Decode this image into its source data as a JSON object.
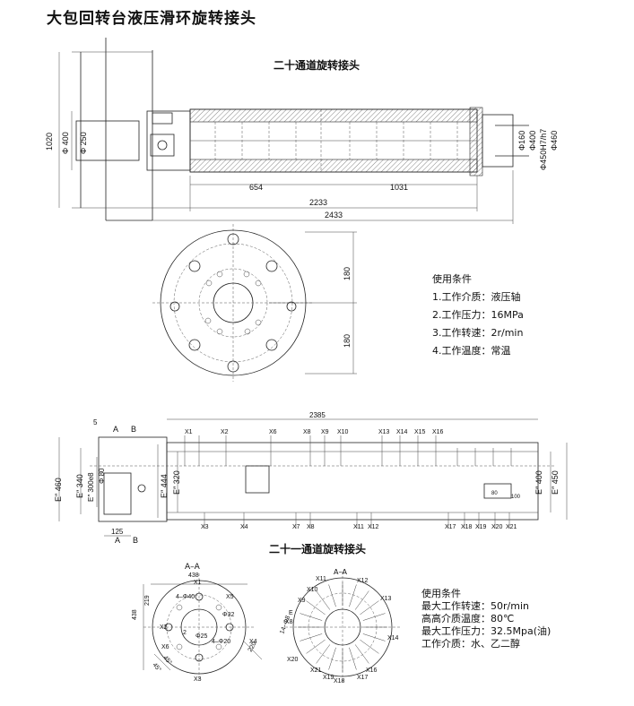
{
  "title": "大包回转台液压滑环旋转接头",
  "section1": {
    "heading": "二十通道旋转接头",
    "dims": {
      "d1020": "1020",
      "d400": "Φ 400",
      "d250": "Φ 250",
      "d160": "Φ160",
      "d400r": "Φ400",
      "d450": "Φ450H7/h7",
      "d460": "Φ460",
      "len654": "654",
      "len1031": "1031",
      "len2233": "2233",
      "len2433": "2433",
      "r180a": "180",
      "r180b": "180"
    },
    "conditions": {
      "heading": "使用条件",
      "items": [
        "1.工作介质：液压轴",
        "2.工作压力：16MPa",
        "3.工作转速：2r/min",
        "4.工作温度：常温"
      ]
    }
  },
  "section2": {
    "dims": {
      "len2385": "2385",
      "d5": "5",
      "lA1": "A",
      "lB1": "B",
      "lA2": "A",
      "lB2": "B",
      "h460": "E″ 460",
      "h340": "E″ 340",
      "h300": "E″ 300e8",
      "h80": "Φ 80",
      "h444": "E″ 444",
      "h320": "E″ 320",
      "r400": "E″ 400",
      "r450": "E″ 450",
      "b125": "125",
      "s80": "80",
      "s100": "100"
    },
    "top_ports": [
      "X1",
      "X2",
      "X6",
      "X8",
      "X9",
      "X10",
      "X13",
      "X14",
      "X15",
      "X16"
    ],
    "bottom_ports": [
      "X3",
      "X4",
      "X7",
      "X8",
      "X11",
      "X12",
      "X17",
      "X18",
      "X19",
      "X20",
      "X21"
    ]
  },
  "section3": {
    "heading": "二十一通道旋转接头",
    "aa": "A–A",
    "aa2": "A–A",
    "left_labels": [
      "438",
      "X1",
      "4–Φ40",
      "X5",
      "219",
      "Φ32",
      "438",
      "X2",
      "Φ25",
      "4–Φ20",
      "220",
      "X4",
      "X3",
      "45°",
      "45°",
      "X6",
      "2"
    ],
    "right_labels": [
      "X10",
      "X11",
      "X12",
      "X9",
      "X13",
      "E",
      "X8",
      "14–Φ8",
      "X14",
      "X20",
      "X21",
      "X16",
      "X19",
      "X18",
      "X17"
    ],
    "conditions": {
      "heading": "使用条件",
      "items": [
        "最大工作转速：50r/min",
        "高高介质温度：80℃",
        "最大工作压力：32.5Mpa(油)",
        "工作介质：水、乙二醇"
      ]
    }
  }
}
